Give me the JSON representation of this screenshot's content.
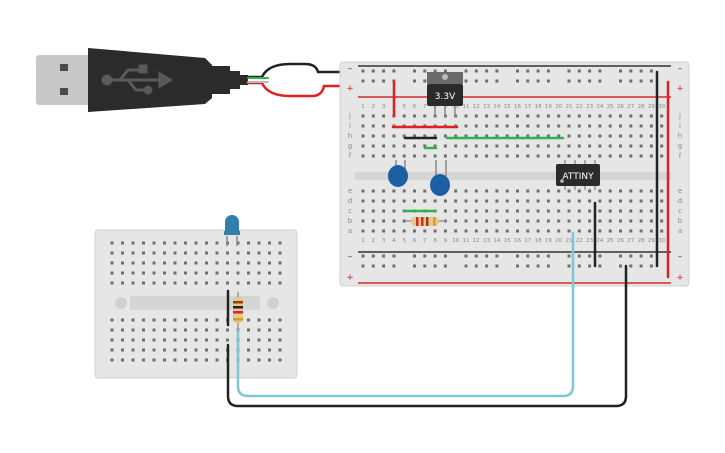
{
  "regulator": {
    "label": "3.3V"
  },
  "microcontroller": {
    "label": "ATTINY"
  },
  "breadboard": {
    "row_letters_top": [
      "j",
      "i",
      "h",
      "g",
      "f"
    ],
    "row_letters_bottom": [
      "e",
      "d",
      "c",
      "b",
      "a"
    ],
    "column_numbers": [
      "1",
      "2",
      "3",
      "4",
      "5",
      "6",
      "7",
      "8",
      "9",
      "10",
      "11",
      "12",
      "13",
      "14",
      "15",
      "16",
      "17",
      "18",
      "19",
      "20",
      "21",
      "22",
      "23",
      "24",
      "25",
      "26",
      "27",
      "28",
      "29",
      "30"
    ],
    "rail_plus": "+",
    "rail_minus": "–"
  },
  "colors": {
    "usb_body": "#2b2b2b",
    "usb_metal": "#c8c8c8",
    "board": "#e6e6e6",
    "rail_red": "#d22b2b",
    "rail_dark": "#333333",
    "wire_red": "#e02020",
    "wire_black": "#222222",
    "wire_green": "#2fb34a",
    "wire_cyan": "#7ec8d6",
    "capacitor": "#1d5fa5",
    "led": "#2f7fa8",
    "resistor_body": "#e8c78f"
  }
}
